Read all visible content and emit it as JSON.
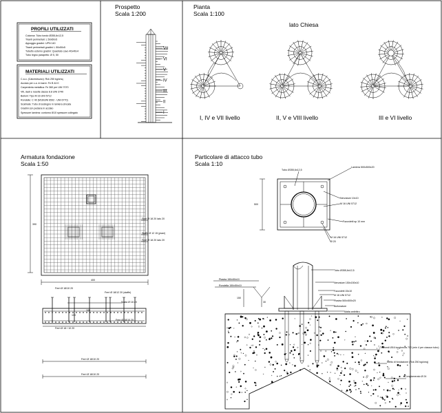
{
  "panels": {
    "prospetto": {
      "title": "Prospetto",
      "scale": "Scala 1:200"
    },
    "pianta": {
      "title": "Pianta",
      "scale": "Scala 1:100",
      "caption": "lato Chiesa"
    },
    "armatura": {
      "title": "Armatura fondazione",
      "scale": "Scala 1:50"
    },
    "particolare": {
      "title": "Particolare di attacco tubo",
      "scale": "Scala 1:10"
    }
  },
  "profili": {
    "heading": "PROFILI UTILIZZATI",
    "lines": [
      "Colonna: Tubo tondo Ø355,6x12,5",
      "Tiranti perimetrali: L 50x50x5",
      "Appoggio gradini: UPN 140",
      "Tiranti perimetrali gradini: L 50x50x5",
      "Tubetto esterno gradini: Quadrato cavo 40x40x4",
      "Tubo legno parapetto: Ø 5, 50"
    ]
  },
  "materiali": {
    "heading": "MATERIALI UTILIZZATI",
    "lines": [
      "C.a.o. (Calcestruzzo): Rck 250 kg/cmq",
      "Acciaio per c.a. in barre: Fe B 44 K",
      "Carpenteria metallica: Fe 360 per UNI 7070",
      "Viti, dadi e rosette classe 8.8 UNI 3740",
      "Bulloni: Tipo M 16 UNI 5712",
      "Rondelle: C 40 (M16/UNI 6592 - UNI 6770)",
      "Scalinate: Tubo di sostegno in lamiera zincata",
      "Gradini con pedana in acciaio",
      "Spessore lamiera: contorno 8/10 spessore collegato"
    ]
  },
  "elevation_levels": [
    "VII",
    "VI",
    "V",
    "IV",
    "III",
    "II",
    "I"
  ],
  "plan_captions": [
    "I, IV e VII livello",
    "II, V e VIII livello",
    "III e VI livello"
  ],
  "armatura_labels": {
    "top_right": "Ferri Ø 18 20 lato 20",
    "mid_right_1": "Staffe Ø 12 15 (piani)",
    "mid_right_2": "Ferri Ø 18 20 lato 20",
    "dim_vertical": "390",
    "dim_horizontal": "400",
    "sec_label_1": "Ferri Ø 18/10 20",
    "sec_label_2": "Ferri Ø 18/12 20 (staffe)",
    "sec_label_3": "Scala Ø 18 20",
    "sec_label_4": "Ferri Ø 18/10 20",
    "sec_label_5": "Ferri Ø 18 / 10 20",
    "bottom_label_1": "Ferri Ø 18/10 20",
    "bottom_label_2": "Ferri Ø 18/10 20",
    "sec_dim": "100",
    "sec_dim_2": "105"
  },
  "particolare_labels": {
    "plan_top_left": "Tubo Ø355,6x12,5",
    "plan_top_right": "Lamiera 500x500x20",
    "plan_right_1": "Nervature 10x10",
    "plan_right_2": "M 16 UNI 5712",
    "plan_right_3": "Fazzoletti sp 10 mm",
    "plan_bottom_1": "M 16 UNI 5712",
    "plan_bottom_2": "Ø 20",
    "plan_dim": "500",
    "sec_top": "Tubo Ø355,6x12,5",
    "sec_r1": "Nervature 150x150x10",
    "sec_r2": "Fazzoletti 15x10",
    "sec_r3": "M 16 UNI 5712",
    "sec_r4": "Piastra 500x500x20",
    "sec_r5": "Bullonature",
    "sec_r6": "Malta antiritiro",
    "sec_left_1": "Piastra 150x50x10",
    "sec_left_2": "Rondella 150x50x10",
    "sec_dim_1": "150",
    "sec_dim_2": "30",
    "found_r1": "Tirafondi Ø16 lunghezza 700 (min 4 per ciascun tubo)",
    "found_r2": "Getto di fondazione (Rck 250 kg/cmq)",
    "found_r3": "Conglomerato Ø 24"
  }
}
